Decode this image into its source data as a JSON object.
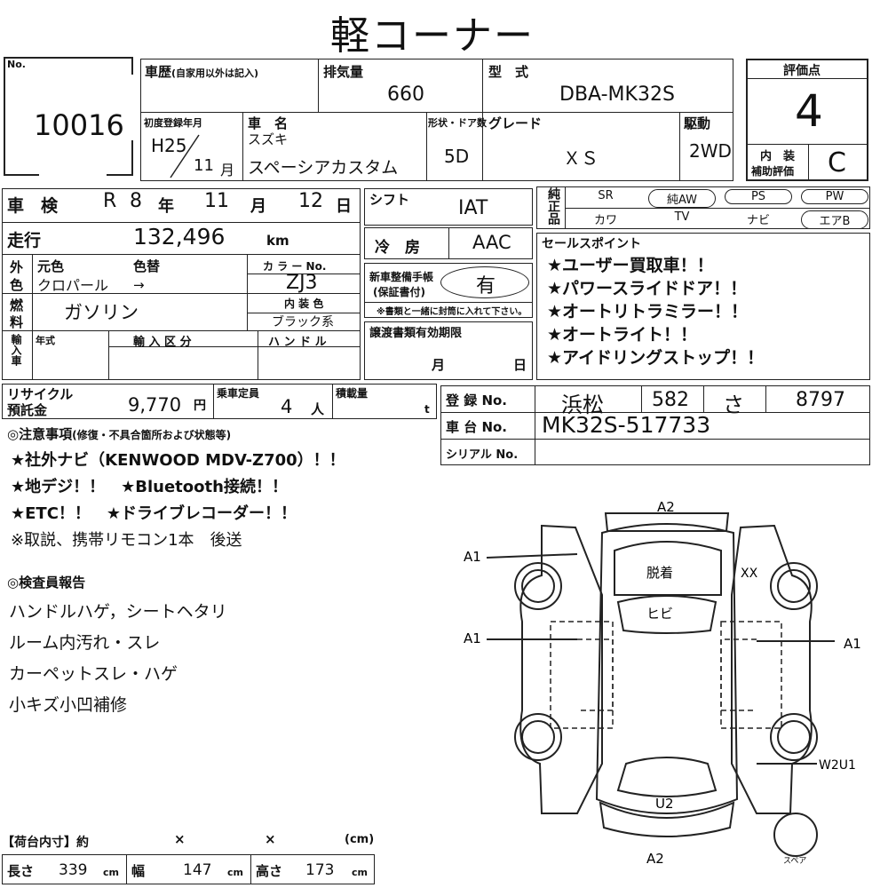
{
  "header": {
    "title": "軽コーナー"
  },
  "lot": {
    "no_label": "No.",
    "number": "10016"
  },
  "history": {
    "label": "車歴",
    "sub": "(自家用以外は記入)",
    "value": ""
  },
  "displacement": {
    "label": "排気量",
    "value": "660"
  },
  "model": {
    "label": "型　式",
    "value": "DBA-MK32S"
  },
  "grade_box": {
    "label": "評価点",
    "score": "4",
    "interior_label_1": "内　装",
    "interior_label_2": "補助評価",
    "interior_score": "C"
  },
  "first_reg": {
    "label": "初度登録年月",
    "era_year": "H25",
    "month_value": "11",
    "month_unit": "月"
  },
  "car_name": {
    "label": "車　名",
    "maker": "スズキ",
    "name": "スペーシアカスタム"
  },
  "doors": {
    "label": "形状・ドア数",
    "value": "5D"
  },
  "grade": {
    "label": "グレード",
    "value": "ＸＳ"
  },
  "drive": {
    "label": "駆動",
    "value": "2WD"
  },
  "inspection": {
    "label": "車　検",
    "era": "R",
    "year": "8",
    "year_unit": "年",
    "month": "11",
    "month_unit": "月",
    "day": "12",
    "day_unit": "日"
  },
  "mileage": {
    "label": "走行",
    "value": "132,496",
    "unit": "km"
  },
  "exterior": {
    "label_1": "外",
    "label_2": "色",
    "orig_label": "元色",
    "repaint_label": "色替",
    "orig_value": "クロパール",
    "arrow": "→",
    "color_no_label": "カ ラ ー No.",
    "color_no": "ZJ3"
  },
  "fuel": {
    "label_1": "燃",
    "label_2": "料",
    "value": "ガソリン",
    "interior_color_label": "内 装 色",
    "interior_color": "ブラック系"
  },
  "import": {
    "label": "輸入車",
    "year_label": "年式",
    "type_label": "輸 入 区 分",
    "handle_label": "ハ ン ド ル"
  },
  "shift": {
    "label": "シフト",
    "value": "IAT"
  },
  "ac": {
    "label": "冷　房",
    "value": "AAC"
  },
  "warranty": {
    "label_1": "新車整備手帳",
    "label_2": "(保証書付)",
    "value": "有",
    "note": "※書類と一緒に封筒に入れて下さい。"
  },
  "transfer": {
    "label": "譲渡書類有効期限",
    "month_unit": "月",
    "day_unit": "日"
  },
  "options": {
    "label": "純正品",
    "row1": [
      "SR",
      "純AW",
      "PS",
      "PW"
    ],
    "row1_circled": [
      false,
      true,
      true,
      true
    ],
    "row2": [
      "カワ",
      "TV",
      "ナビ",
      "エアB"
    ],
    "row2_circled": [
      false,
      false,
      false,
      true
    ]
  },
  "sales": {
    "label": "セールスポイント",
    "points": [
      "★ユーザー買取車！！",
      "★パワースライドドア！！",
      "★オートリトラミラー！！",
      "★オートライト！！",
      "★アイドリングストップ！！"
    ]
  },
  "recycle": {
    "label_1": "リサイクル",
    "label_2": "預託金",
    "value": "9,770",
    "unit": "円"
  },
  "capacity": {
    "label": "乗車定員",
    "value": "4",
    "unit": "人"
  },
  "load": {
    "label": "積載量",
    "unit": "t"
  },
  "registration": {
    "label": "登 録 No.",
    "area": "浜松",
    "class": "582",
    "kana": "さ",
    "number": "8797"
  },
  "chassis": {
    "label": "車 台 No.",
    "value": "MK32S-517733"
  },
  "serial": {
    "label": "シリアル No.",
    "value": ""
  },
  "notes": {
    "title": "◎注意事項",
    "title_sub": "(修復・不具合箇所および状態等)",
    "lines": [
      "★社外ナビ（KENWOOD MDV-Z700）！！",
      "★地デジ！！　★Bluetooth接続！！",
      "★ETC！！　★ドライブレコーダー！！",
      "※取説、携帯リモコン1本　後送"
    ]
  },
  "inspector": {
    "title": "◎検査員報告",
    "lines": [
      "ハンドルハゲ，シートヘタリ",
      "ルーム内汚れ・スレ",
      "カーペットスレ・ハゲ",
      "小キズ小凹補修"
    ]
  },
  "diagram": {
    "a2_top": "A2",
    "a1_left_upper": "A1",
    "a1_left_mid": "A1",
    "a1_right": "A1",
    "hood": "脱着",
    "windshield": "ヒビ",
    "xx": "XX",
    "w2u1": "W2U1",
    "u2": "U2",
    "a2_bottom": "A2",
    "spare": "スペア"
  },
  "cargo": {
    "title": "【荷台内寸】約",
    "x1": "×",
    "x2": "×",
    "unit_cm": "(cm)",
    "length_label": "長さ",
    "length": "339",
    "width_label": "幅",
    "width": "147",
    "height_label": "高さ",
    "height": "173",
    "cm": "cm"
  }
}
